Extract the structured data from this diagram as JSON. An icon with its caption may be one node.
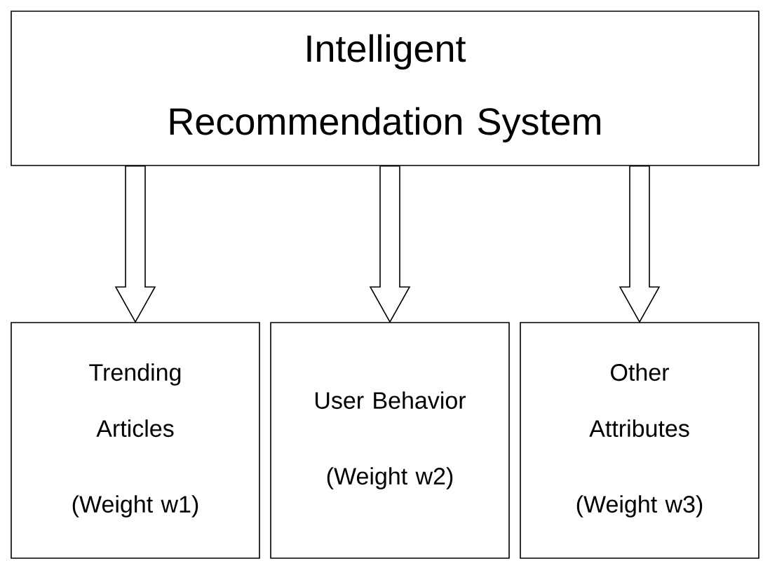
{
  "diagram": {
    "nodes": [
      {
        "text": [
          "Intelligent Recommendation System"
        ]
      },
      {
        "text": [
          "Trending Articles",
          "(Weight w1)"
        ]
      },
      {
        "text": [
          "User Behavior",
          "(Weight w2)"
        ]
      },
      {
        "text": [
          "Other Attributes",
          "(Weight w3)"
        ]
      }
    ],
    "edges": [
      {
        "from": 0,
        "to": 1,
        "arrow": "to"
      },
      {
        "from": 0,
        "to": 2,
        "arrow": "to"
      },
      {
        "from": 0,
        "to": 3,
        "arrow": "to"
      }
    ]
  }
}
